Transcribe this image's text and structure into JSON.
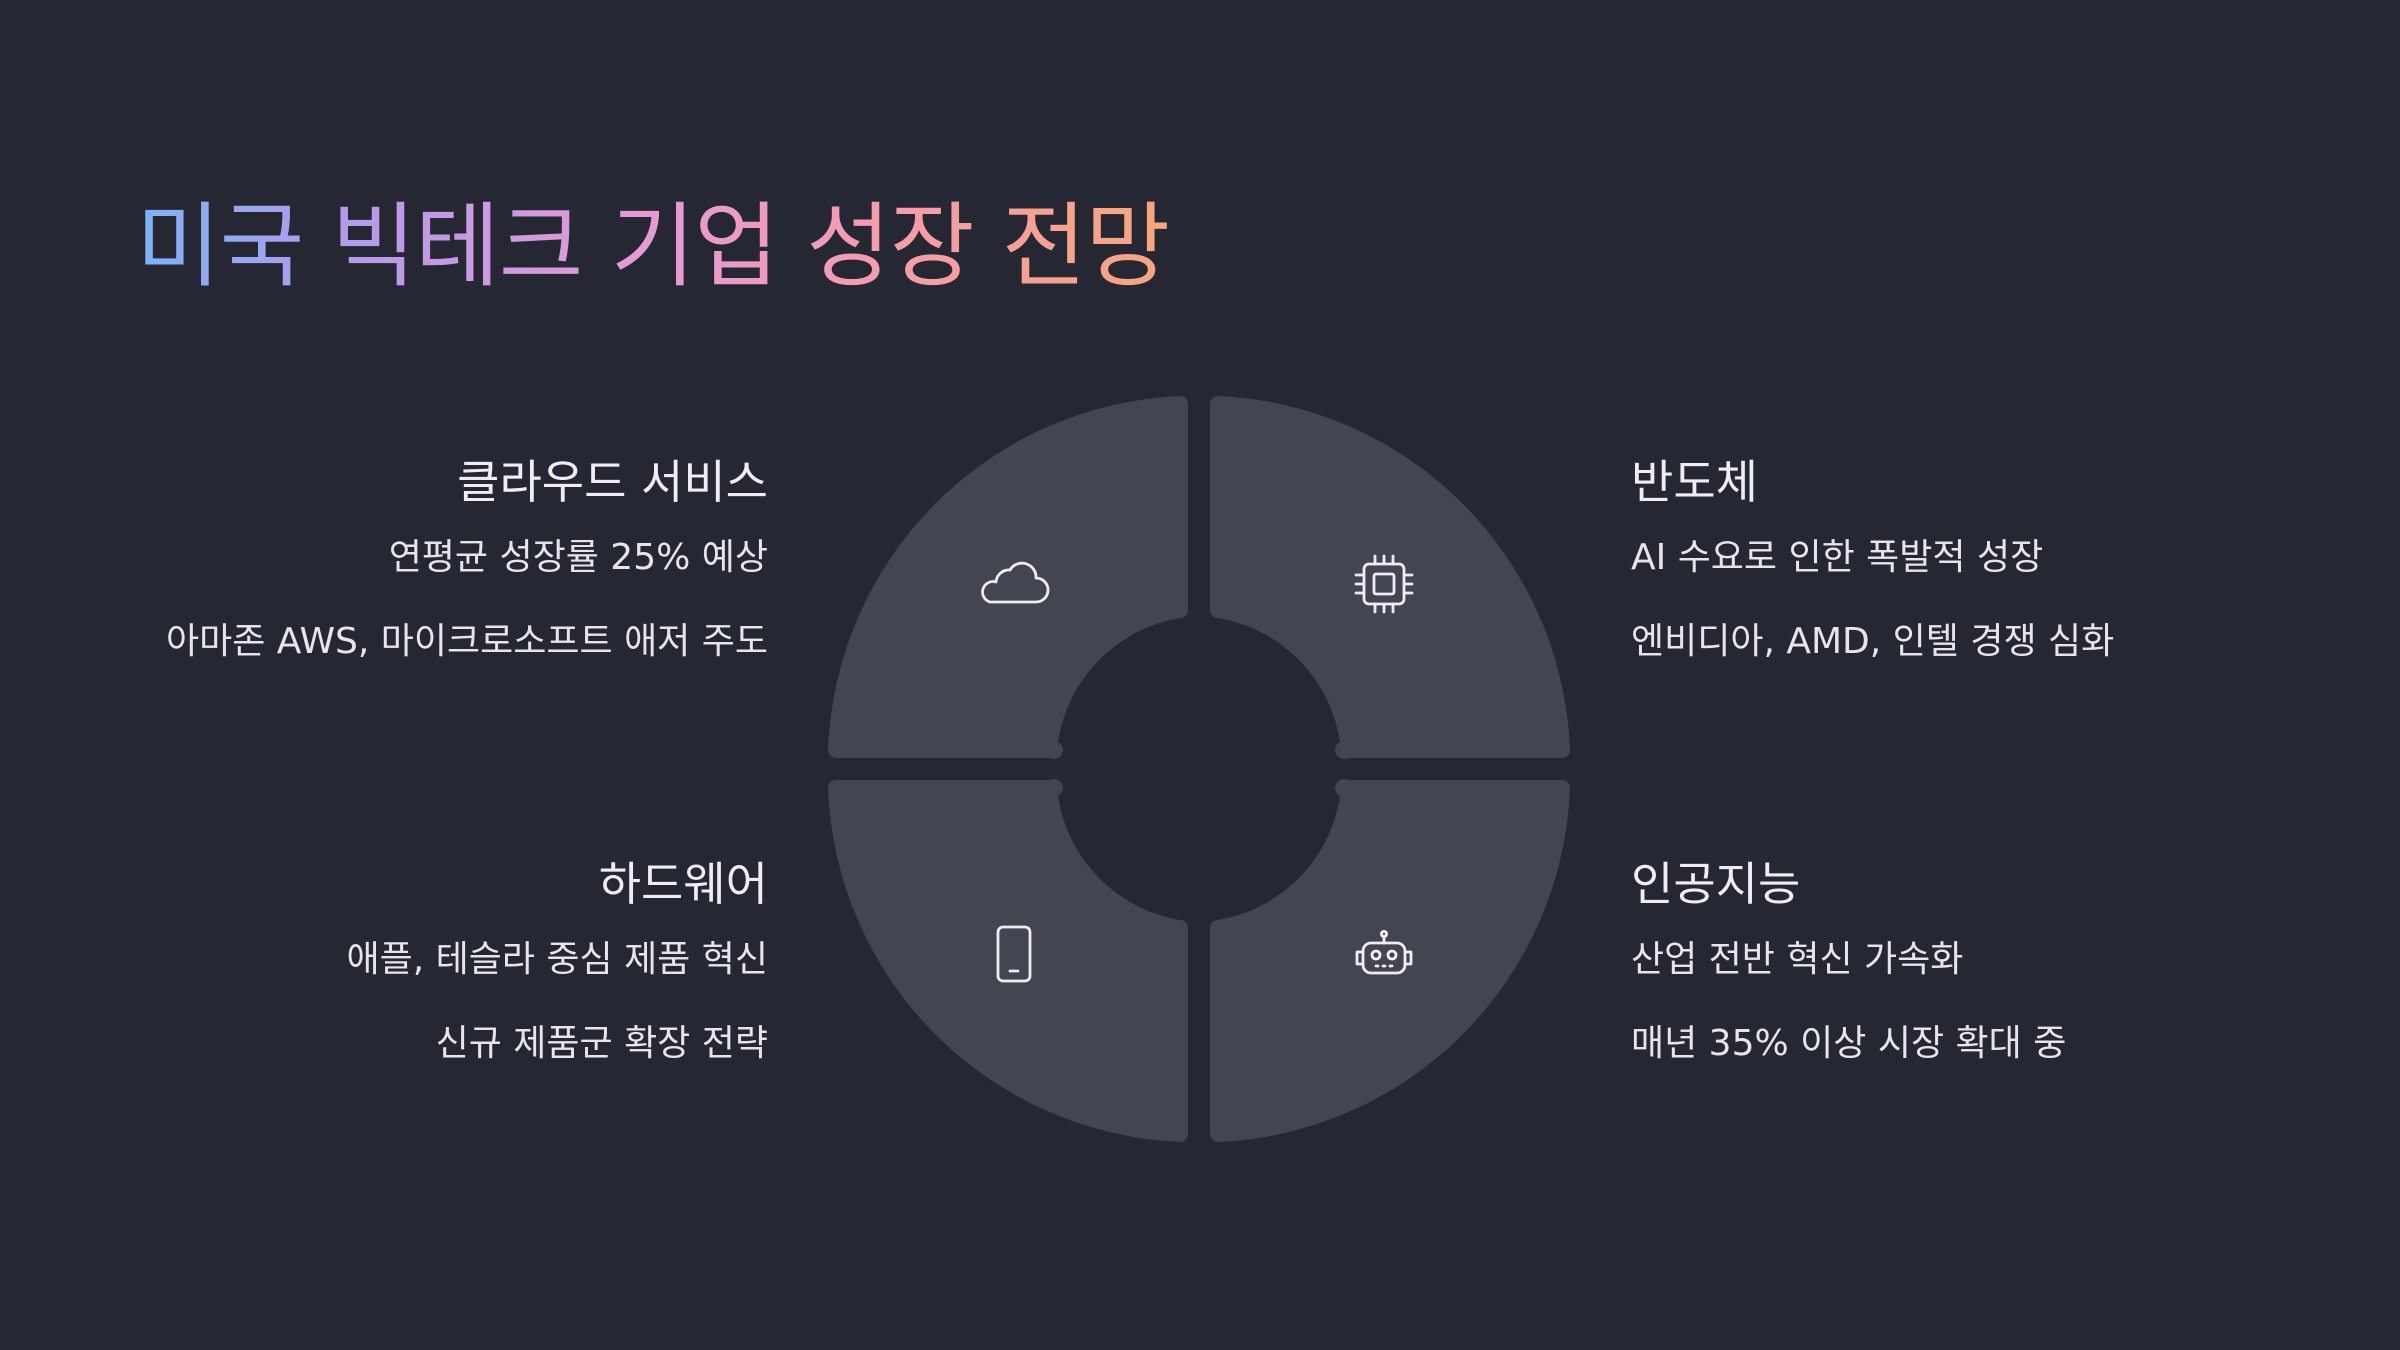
{
  "title": "미국 빅테크 기업 성장 전망",
  "colors": {
    "background": "#252733",
    "segment": "#434550",
    "text": "#eceef3",
    "title_gradient": [
      "#7cb3f7",
      "#b79ae8",
      "#e59ad8",
      "#f59bb0",
      "#f6a67c"
    ]
  },
  "quadrants": [
    {
      "heading": "클라우드 서비스",
      "icon": "cloud-icon",
      "lines": [
        "연평균 성장률 25% 예상",
        "아마존 AWS, 마이크로소프트 애저 주도"
      ]
    },
    {
      "heading": "반도체",
      "icon": "chip-icon",
      "lines": [
        "AI 수요로 인한 폭발적 성장",
        "엔비디아, AMD, 인텔 경쟁 심화"
      ]
    },
    {
      "heading": "하드웨어",
      "icon": "smartphone-icon",
      "lines": [
        "애플, 테슬라 중심 제품 혁신",
        "신규 제품군 확장 전략"
      ]
    },
    {
      "heading": "인공지능",
      "icon": "robot-icon",
      "lines": [
        "산업 전반 혁신 가속화",
        "매년 35% 이상 시장 확대 중"
      ]
    }
  ]
}
